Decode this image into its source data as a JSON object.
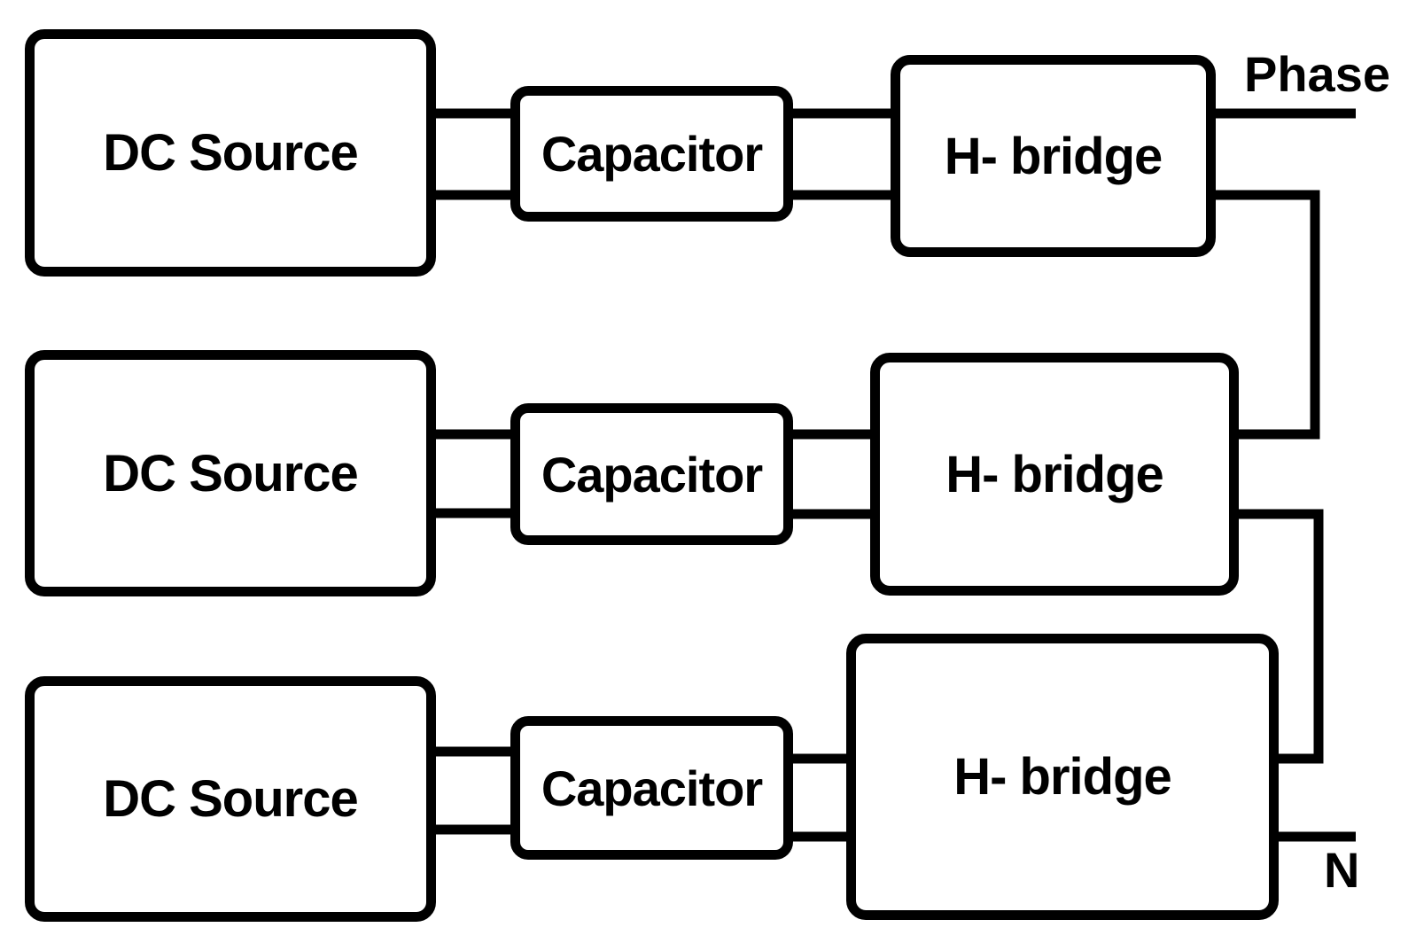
{
  "colors": {
    "line": "#000000",
    "background": "#ffffff"
  },
  "rows": [
    {
      "dc_source_label": "DC Source",
      "capacitor_label": "Capacitor",
      "h_bridge_label": "H- bridge"
    },
    {
      "dc_source_label": "DC Source",
      "capacitor_label": "Capacitor",
      "h_bridge_label": "H- bridge"
    },
    {
      "dc_source_label": "DC Source",
      "capacitor_label": "Capacitor",
      "h_bridge_label": "H- bridge"
    }
  ],
  "terminals": {
    "phase_label": "Phase",
    "neutral_label": "N"
  }
}
